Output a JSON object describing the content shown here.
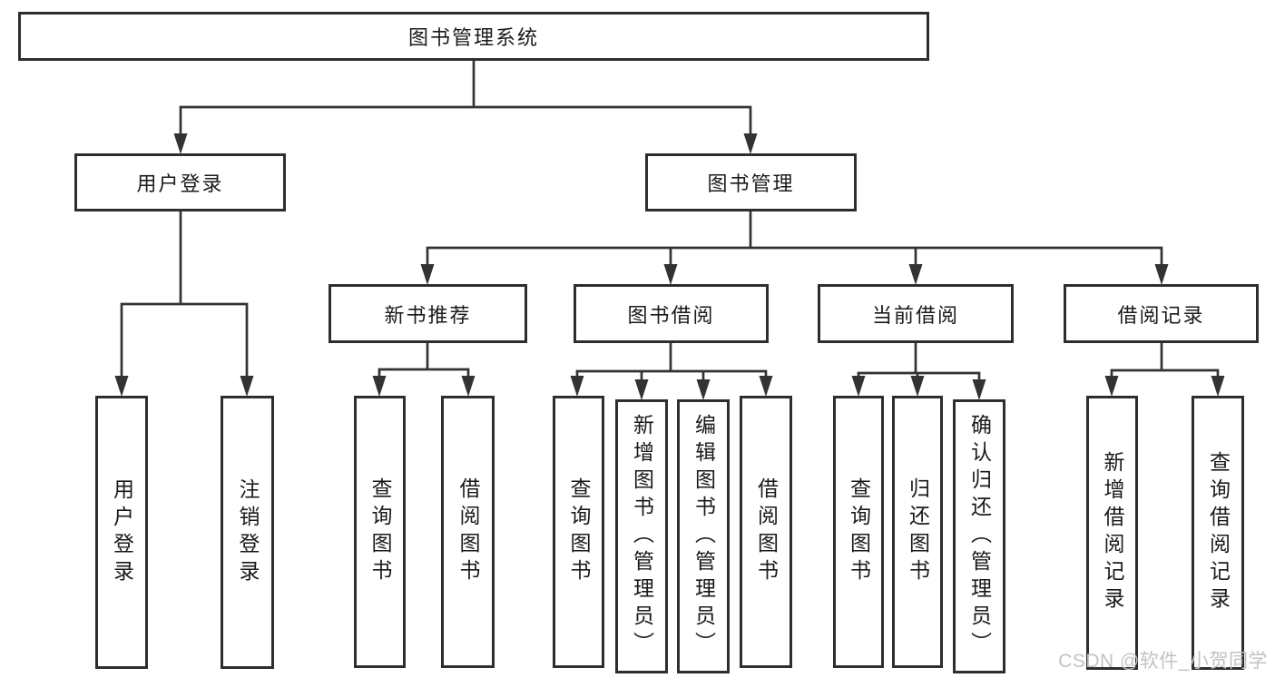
{
  "diagram": {
    "root": "图书管理系统",
    "level2": [
      {
        "label": "用户登录"
      },
      {
        "label": "图书管理"
      }
    ],
    "level3": [
      {
        "label": "新书推荐"
      },
      {
        "label": "图书借阅"
      },
      {
        "label": "当前借阅"
      },
      {
        "label": "借阅记录"
      }
    ],
    "leaves": {
      "user_login": [
        "用户登录",
        "注销登录"
      ],
      "new_book": [
        "查询图书",
        "借阅图书"
      ],
      "book_borrow": [
        "查询图书",
        "新增图书（管理员）",
        "编辑图书（管理员）",
        "借阅图书"
      ],
      "current_borrow": [
        "查询图书",
        "归还图书",
        "确认归还（管理员）"
      ],
      "borrow_records": [
        "新增借阅记录",
        "查询借阅记录"
      ]
    }
  },
  "watermark": "CSDN @软件_小贺同学",
  "colors": {
    "line": "#333333",
    "box_border": "#2e2e2e",
    "text": "#1a1a1a",
    "watermark": "#c2c2c2",
    "background": "#ffffff"
  }
}
